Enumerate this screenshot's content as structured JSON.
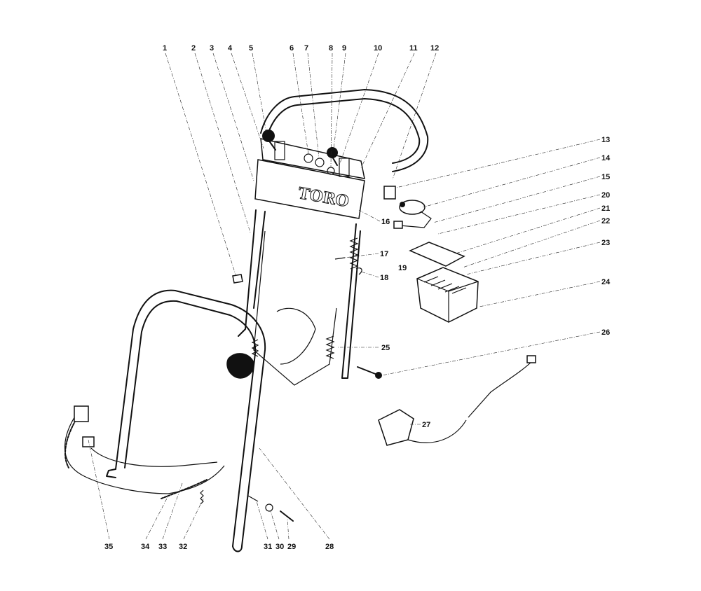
{
  "brand_logo": "TORO",
  "callouts": {
    "c1": "1",
    "c2": "2",
    "c3": "3",
    "c4": "4",
    "c5": "5",
    "c6": "6",
    "c7": "7",
    "c8": "8",
    "c9": "9",
    "c10": "10",
    "c11": "11",
    "c12": "12",
    "c13": "13",
    "c14": "14",
    "c15": "15",
    "c16": "16",
    "c17": "17",
    "c18": "18",
    "c19": "19",
    "c20": "20",
    "c21": "21",
    "c22": "22",
    "c23": "23",
    "c24": "24",
    "c25": "25",
    "c26": "26",
    "c27": "27",
    "c28": "28",
    "c29": "29",
    "c30": "30",
    "c31": "31",
    "c32": "32",
    "c33": "33",
    "c34": "34",
    "c35": "35"
  }
}
